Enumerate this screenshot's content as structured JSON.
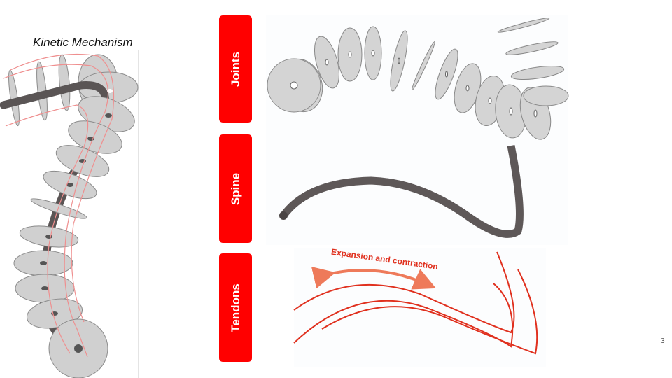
{
  "title": "Kinetic Mechanism",
  "tabs": [
    {
      "label": "Joints"
    },
    {
      "label": "Spine"
    },
    {
      "label": "Tendons"
    }
  ],
  "annotation": "Expansion and contraction",
  "page_number": "3",
  "colors": {
    "tab_red": "#ff0000",
    "disc_fill": "#d0d0d0",
    "disc_stroke": "#8a8a8a",
    "spine": "#5e5858",
    "tendon": "#e0301e",
    "arrow": "#ee7a5a"
  }
}
